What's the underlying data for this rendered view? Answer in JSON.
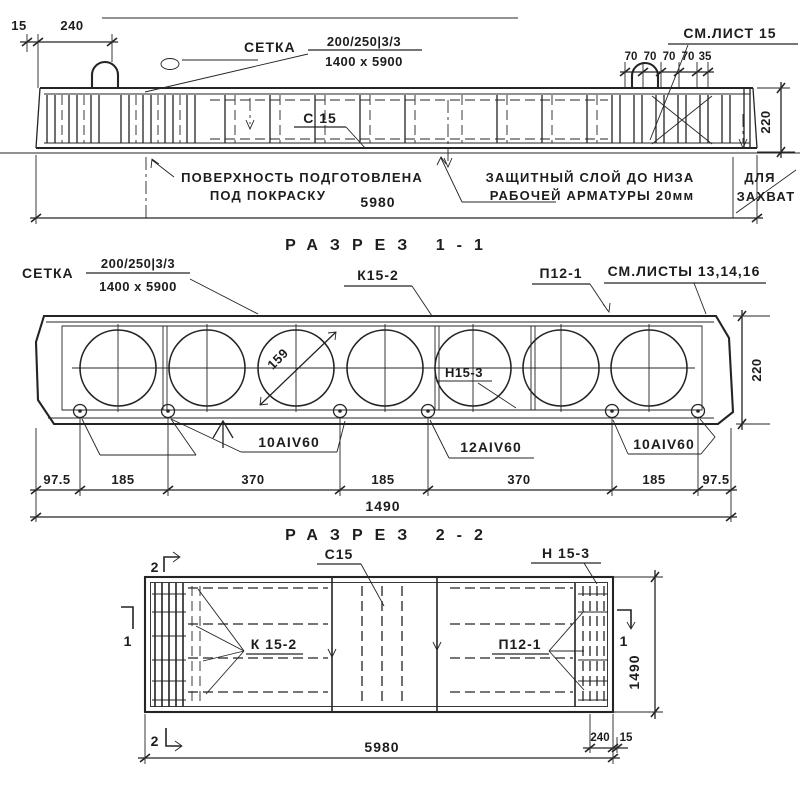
{
  "elevation": {
    "dim_15": "15",
    "dim_240": "240",
    "mesh_word": "СЕТКА",
    "mesh_top": "200/250|3/3",
    "mesh_bottom": "1400 x 5900",
    "see_sheet": "СМ.ЛИСТ 15",
    "dim_70_1": "70",
    "dim_70_2": "70",
    "dim_70_3": "70",
    "dim_70_4": "70",
    "dim_35": "35",
    "mesh_c15": "С 15",
    "dim_height": "220",
    "note_surface_1": "ПОВЕРХНОСТЬ ПОДГОТОВЛЕНА",
    "note_surface_2": "ПОД ПОКРАСКУ",
    "note_cover_1": "ЗАЩИТНЫЙ СЛОЙ ДО НИЗА",
    "note_cover_2": "РАБОЧЕЙ АРМАТУРЫ 20мм",
    "note_grip_1": "ДЛЯ",
    "note_grip_2": "ЗАХВАТ",
    "dim_length": "5980"
  },
  "section_1_1": {
    "title": "РАЗРЕЗ 1-1",
    "mesh_word": "СЕТКА",
    "mesh_top": "200/250|3/3",
    "mesh_bottom": "1400 x 5900",
    "label_k15_2": "К15-2",
    "label_p12_1": "П12-1",
    "see_sheets": "СМ.ЛИСТЫ 13,14,16",
    "void_dia": "159",
    "label_n15_3": "Н15-3",
    "dim_height": "220",
    "bar_left": "10АIV60",
    "bar_mid": "12АIV60",
    "bar_right": "10АIV60",
    "dim_1": "97.5",
    "dim_2": "185",
    "dim_3": "370",
    "dim_4": "185",
    "dim_5": "370",
    "dim_6": "185",
    "dim_7": "97.5",
    "dim_total": "1490"
  },
  "section_2_2": {
    "title": "РАЗРЕЗ 2-2",
    "label_c15": "С15",
    "label_n15_3": "Н 15-3",
    "label_k15_2": "К 15-2",
    "label_p12_1": "П12-1",
    "cut_2": "2",
    "cut_1": "1",
    "dim_width": "1490",
    "dim_length": "5980",
    "dim_240": "240",
    "dim_15": "15"
  }
}
